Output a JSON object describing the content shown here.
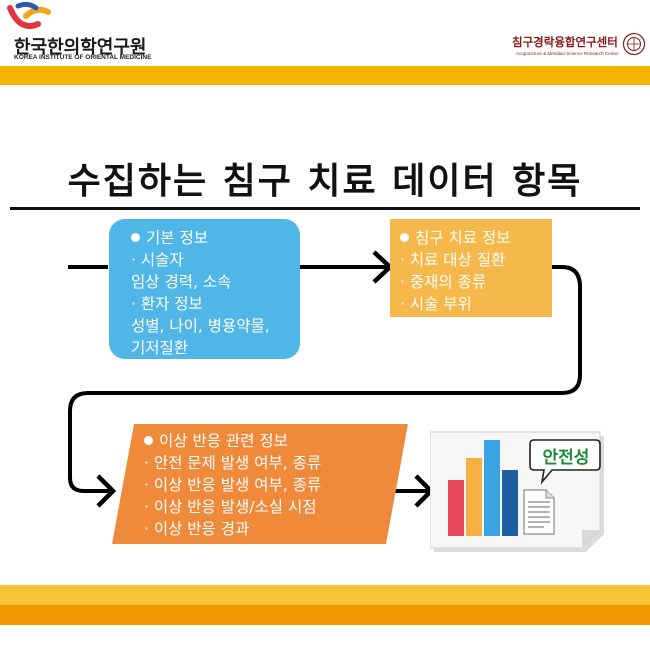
{
  "header": {
    "left_org_ko": "한국한의학연구원",
    "left_org_en": "KOREA INSTITUTE OF ORIENTAL MEDICINE",
    "right_org_ko": "침구경락융합연구센터",
    "right_org_en": "Acupuncture & Meridian Science Research Center"
  },
  "title": "수집하는 침구 치료 데이터 항목",
  "boxes": {
    "basic": {
      "heading": "기본 정보",
      "lines": [
        "· 시술자",
        "임상 경력, 소속",
        "· 환자 정보",
        "성별, 나이, 병용약물,",
        "기저질환"
      ]
    },
    "treatment": {
      "heading": "침구 치료 정보",
      "lines": [
        "· 치료 대상 질환",
        "· 중재의 종류",
        "· 시술 부위"
      ]
    },
    "adverse": {
      "heading": "이상 반응 관련 정보",
      "lines": [
        "· 안전 문제 발생 여부, 종류",
        "· 이상 반응 발생 여부, 종류",
        "· 이상 반응 발생/소실 시점",
        "· 이상 반응 경과"
      ]
    }
  },
  "result_label": "안전성",
  "colors": {
    "top_bar": "#f6b400",
    "bottom_bar_1": "#f8c334",
    "bottom_bar_2": "#f39800",
    "basic_box": "#4fb6e7",
    "treatment_box": "#f6b84a",
    "adverse_box": "#f08a3b",
    "bar_red": "#e94a60",
    "bar_orange": "#f5b041",
    "bar_blue": "#3aa3e3",
    "bar_navy": "#1f5fa0",
    "result_green": "#1b8a3a"
  }
}
